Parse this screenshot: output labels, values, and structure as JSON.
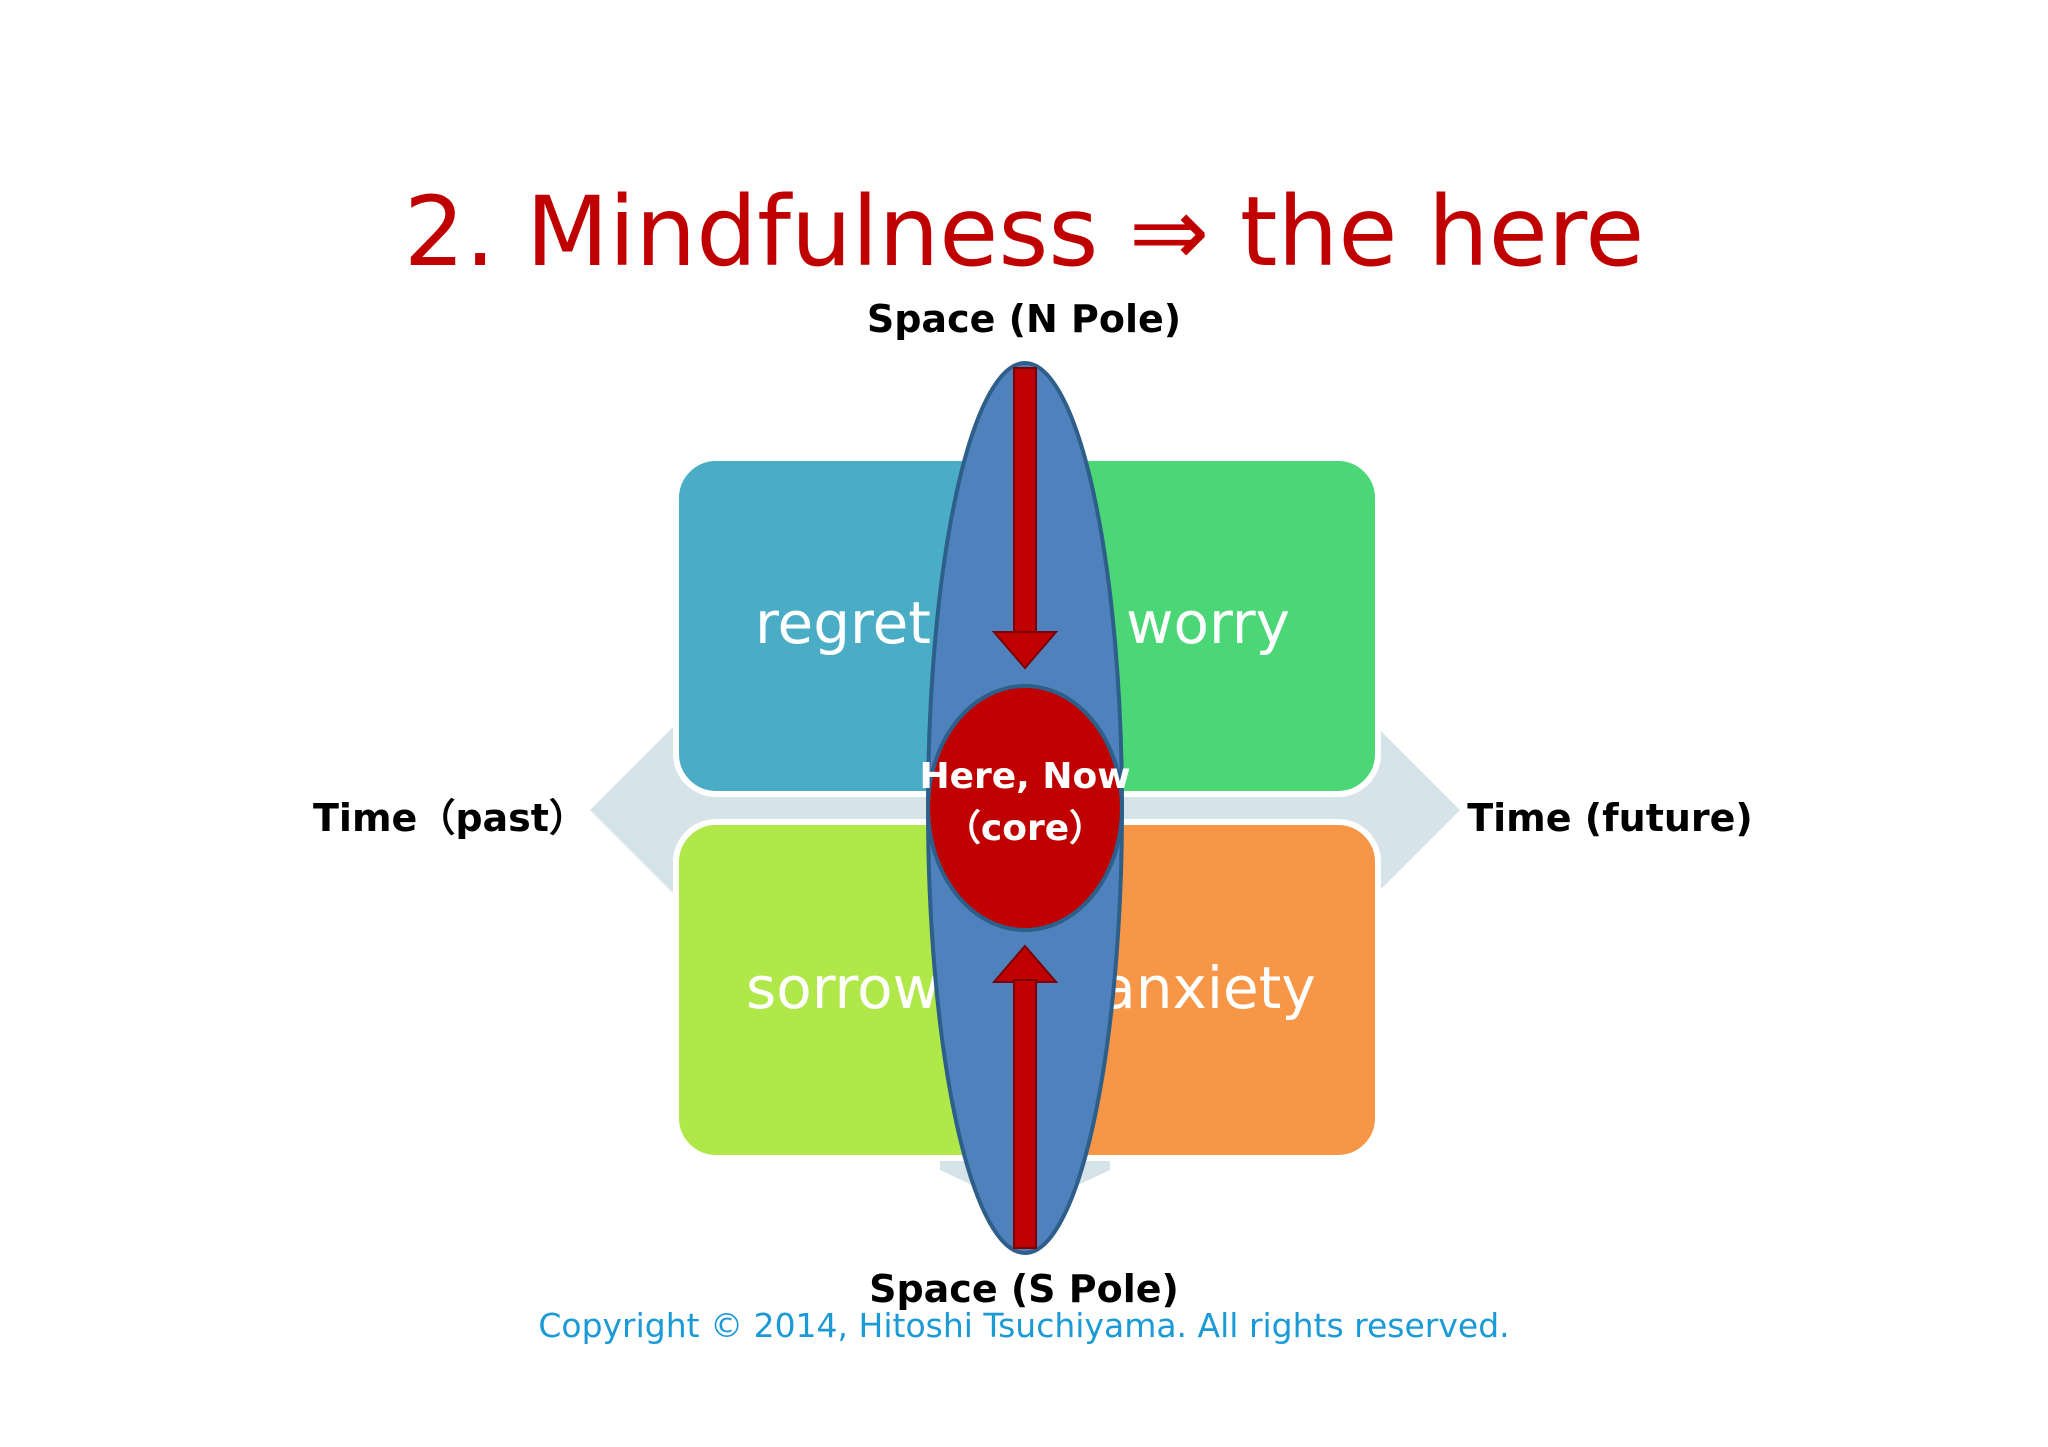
{
  "title": "2. Mindfulness ⇒ the here",
  "axes": {
    "north": "Space (N Pole)",
    "south": "Space (S Pole)",
    "past": "Time（past）",
    "future": "Time (future)"
  },
  "quadrants": {
    "top_left": "regret",
    "top_right": "worry",
    "bottom_left": "sorrow",
    "bottom_right": "anxiety"
  },
  "core": {
    "line1": "Here, Now",
    "line2": "（core）"
  },
  "copyright": "Copyright © 2014, Hitoshi Tsuchiyama. All rights reserved.",
  "colors": {
    "title": "#c00000",
    "regret": "#4bacc6",
    "worry": "#4cd777",
    "sorrow": "#b0e84a",
    "anxiety": "#f79646",
    "ellipse": "#4f81bd",
    "core": "#c00000",
    "arrows": "#c00000",
    "backdrop": "#d6e4ea",
    "copyright": "#1b9ad6"
  }
}
